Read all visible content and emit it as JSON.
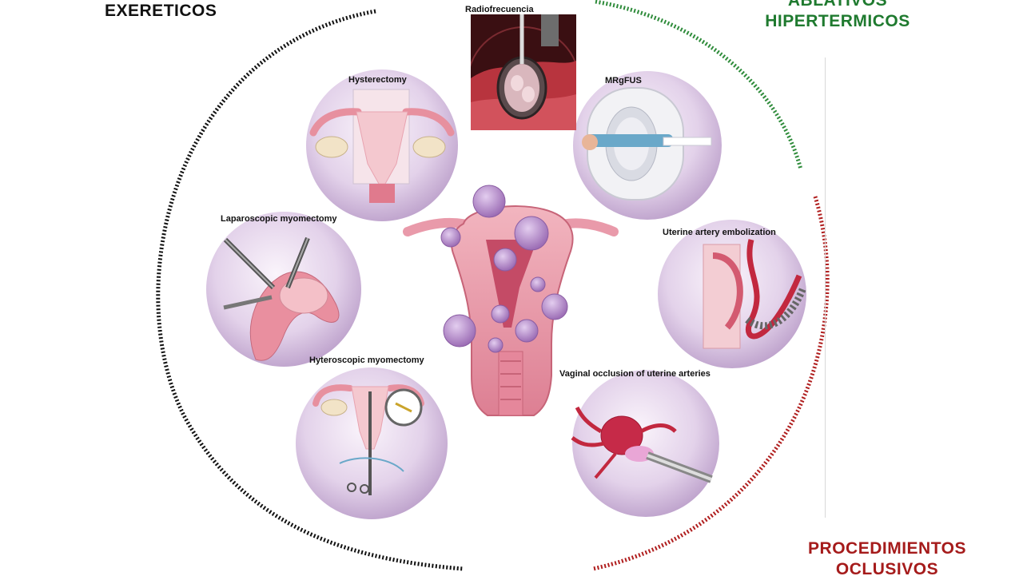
{
  "categories": {
    "exereticos": "EXERETICOS",
    "ablativos_line1": "ABLATIVOS",
    "ablativos_line2": "HIPERTERMICOS",
    "oclusivos_line1": "PROCEDIMIENTOS",
    "oclusivos_line2": "OCLUSIVOS"
  },
  "procedures": {
    "radiofrecuencia": "Radiofrecuencia",
    "hysterectomy": "Hysterectomy",
    "mrgfus": "MRgFUS",
    "laparoscopic_myomectomy": "Laparoscopic myomectomy",
    "uterine_artery_embolization": "Uterine artery embolization",
    "hyteroscopic_myomectomy": "Hyteroscopic myomectomy",
    "vaginal_occlusion": "Vaginal occlusion of uterine arteries"
  },
  "colors": {
    "exereticos_arc": "#111111",
    "ablativos_arc": "#2e8b3a",
    "oclusivos_arc": "#b01e1e",
    "circle_bg": "#cdb6d6",
    "uterus": "#e48ca0",
    "fibroid": "#b58ac9"
  }
}
